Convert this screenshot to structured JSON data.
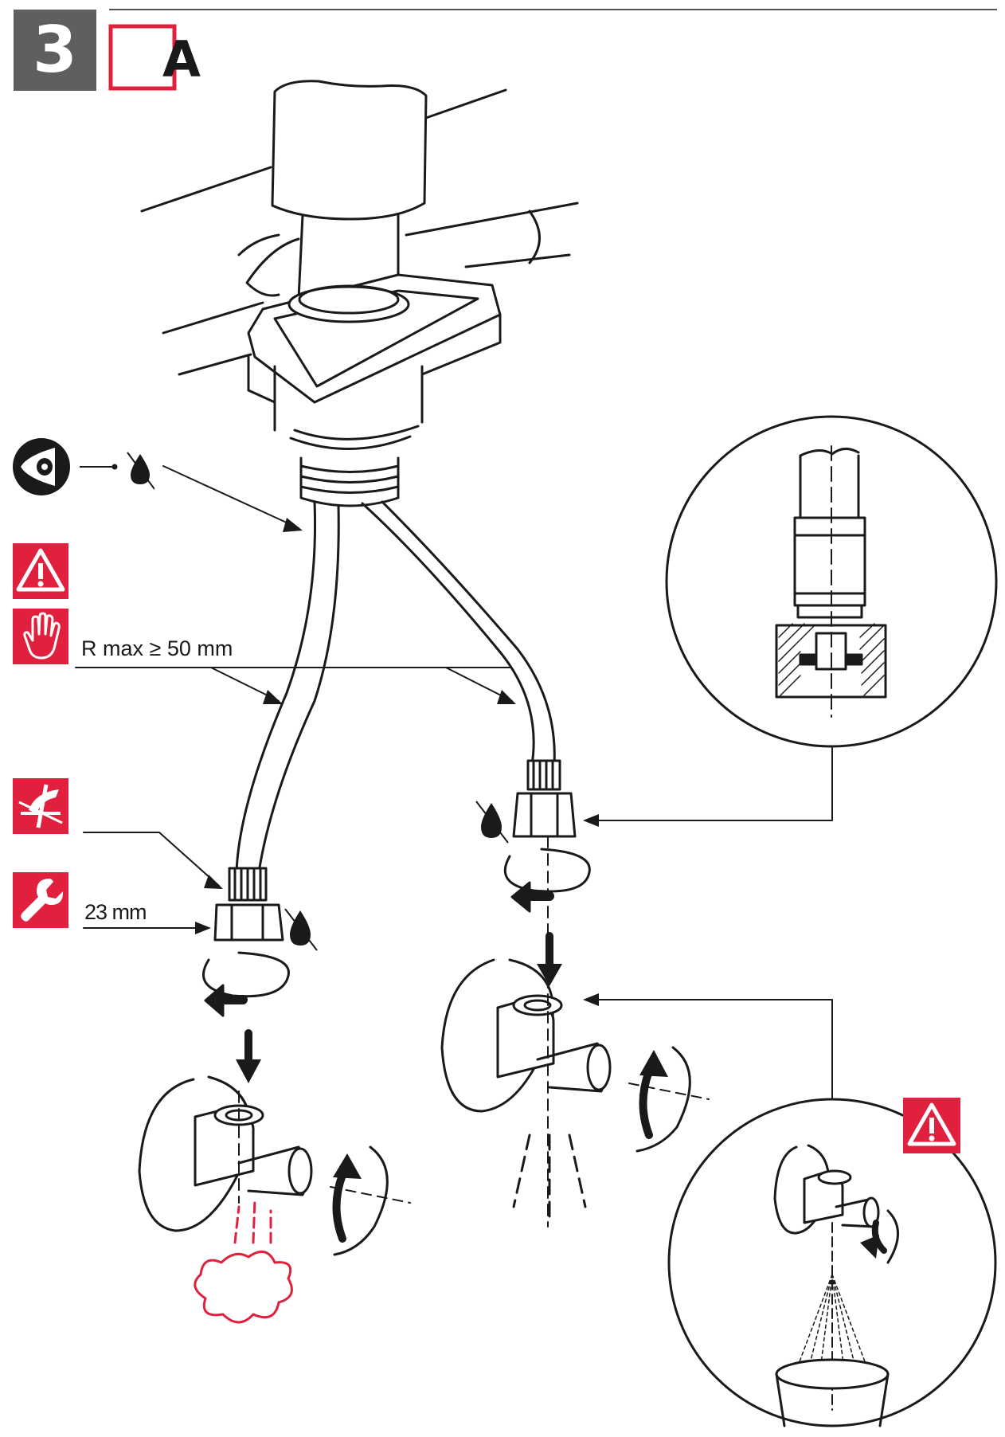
{
  "header": {
    "step_number": "3",
    "variant_letter": "A"
  },
  "labels": {
    "bend_radius": "R max ≥ 50 mm",
    "wrench_size": "23 mm"
  },
  "icons": [
    "inspect-eye-icon",
    "no-grease-drop-icon",
    "warning-triangle-icon",
    "hand-tighten-icon",
    "no-tape-sealant-icon",
    "wrench-icon",
    "steam-cloud-icon"
  ],
  "colors": {
    "accent_red": "#e0203c",
    "step_badge_gray": "#5f5f5f",
    "line": "#1a1a1a"
  }
}
